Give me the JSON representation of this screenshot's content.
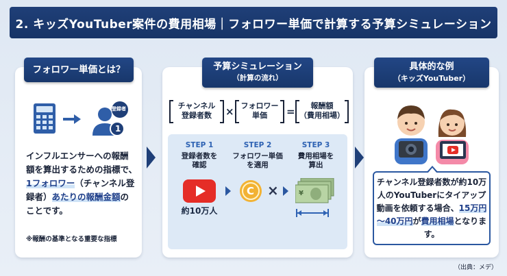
{
  "header": {
    "title": "2. キッズYouTuber案件の費用相場｜フォロワー単価で計算する予算シミュレーション"
  },
  "left": {
    "tab": "フォロワー単価とは？",
    "badge": "登録者",
    "badge_number": "1",
    "desc_part1": "インフルエンサーへの報酬額を算出するための指標で、",
    "desc_hl1": "1フォロワー",
    "desc_part2": "（チャンネル登録者）",
    "desc_hl2": "あたりの報酬金額",
    "desc_part3": "のことです。",
    "note": "※報酬の基準となる重要な指標"
  },
  "middle": {
    "tab": "予算シミュレーション",
    "tab_sub": "（計算の流れ）",
    "formula": {
      "a": "チャンネル\n登録者数",
      "times": "×",
      "b": "フォロワー\n単価",
      "equals": "=",
      "c": "報酬額\n（費用相場）"
    },
    "steps": [
      {
        "title": "STEP 1",
        "desc": "登録者数を\n確認"
      },
      {
        "title": "STEP 2",
        "desc": "フォロワー単価\nを適用"
      },
      {
        "title": "STEP 3",
        "desc": "費用相場を\n算出"
      }
    ],
    "subscriber_label": "約10万人",
    "coin_symbol": "C",
    "times_symbol": "×",
    "bill_symbol": "¥"
  },
  "right": {
    "tab": "具体的な例",
    "tab_sub": "（キッズYouTuber）",
    "example_part1": "チャンネル登録者数が約10万人のYouTuberにタイアップ動画を依頼する場合、",
    "example_hl1": "15万円～40万円",
    "example_part2": "が",
    "example_hl2": "費用相場",
    "example_part3": "となります。"
  },
  "source": "（出典：メデ）",
  "colors": {
    "navy": "#1f3f78",
    "accent": "#2e62b3",
    "youtube_red": "#e52d27",
    "coin": "#f2b233",
    "highlight": "#cfe3f7"
  }
}
